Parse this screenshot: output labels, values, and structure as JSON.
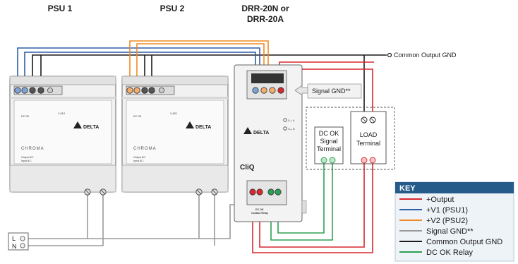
{
  "headers": {
    "psu1": "PSU 1",
    "psu2": "PSU 2",
    "redundancy_line1": "DRR-20N or",
    "redundancy_line2": "DRR-20A"
  },
  "labels": {
    "common_output_gnd": "Common Output GND",
    "signal_gnd": "Signal GND**",
    "dc_ok_line1": "DC OK",
    "dc_ok_line2": "Signal",
    "dc_ok_line3": "Terminal",
    "load_line1": "LOAD",
    "load_line2": "Terminal",
    "ac_l": "L",
    "ac_n": "N"
  },
  "key": {
    "title": "KEY",
    "items": [
      {
        "label": "+Output",
        "color": "#d7282f"
      },
      {
        "label": "+V1 (PSU1)",
        "color": "#2f5fa8"
      },
      {
        "label": "+V2 (PSU2)",
        "color": "#f08a24"
      },
      {
        "label": "Signal GND**",
        "color": "#9a9a9a"
      },
      {
        "label": "Common Output GND",
        "color": "#1a1a1a"
      },
      {
        "label": "DC OK Relay",
        "color": "#2ea055"
      }
    ]
  },
  "colors": {
    "output": "#d7282f",
    "v1": "#2f5fa8",
    "v2": "#f08a24",
    "signal_gnd": "#9a9a9a",
    "common_gnd": "#1a1a1a",
    "dc_ok": "#2ea055",
    "key_header": "#245b8a",
    "key_bg": "#eef3f8"
  },
  "device_text": {
    "brand": "DELTA",
    "series": "CHROMA",
    "cliq": "CliQ",
    "dc_ok_led": "DC OK",
    "voltage_adj": "V ADJ",
    "vout_a": "Vₒᵤₜ A",
    "vout_b": "Vₒᵤₜ B",
    "spec_out": "Output DC:",
    "spec_in": "Input AC:",
    "relay": "DC OK",
    "relay_sub": "Contact Relay"
  }
}
